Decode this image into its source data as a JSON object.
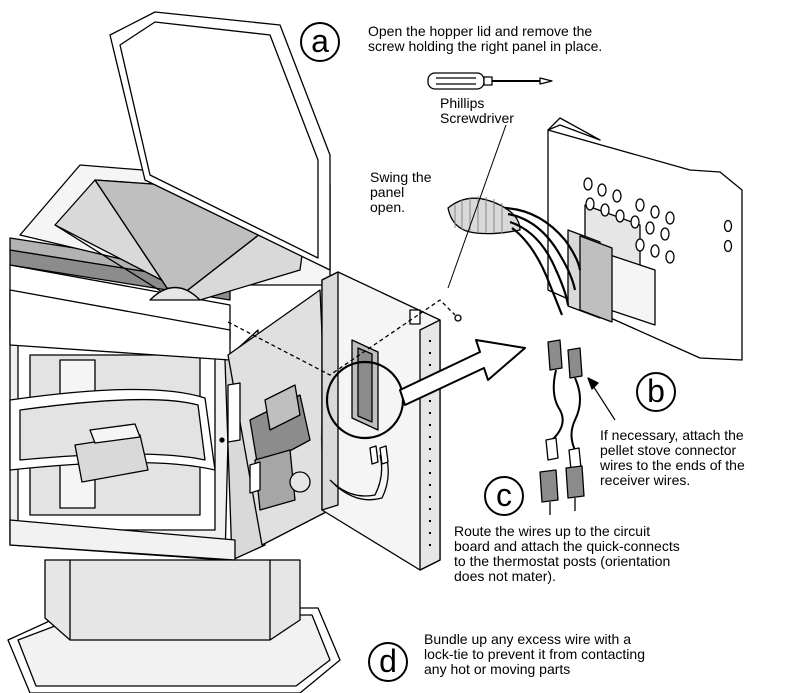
{
  "steps": {
    "a": {
      "badge": "a",
      "text": "Open the hopper lid and remove the\nscrew holding the right panel in place."
    },
    "b": {
      "badge": "b",
      "text": "If necessary, attach the\npellet stove connector\nwires to the ends of the\nreceiver wires."
    },
    "c": {
      "badge": "c",
      "text": "Route the wires up to the circuit\nboard and attach the quick-connects\nto the thermostat posts  (orientation\ndoes not mater)."
    },
    "d": {
      "badge": "d",
      "text": "Bundle up any excess wire with a\nlock-tie to prevent it from contacting\nany hot or moving parts"
    }
  },
  "labels": {
    "screwdriver": "Phillips\nScrewdriver",
    "swing_panel": "Swing the\npanel\nopen."
  },
  "colors": {
    "line": "#000000",
    "fill": "#ffffff",
    "shade_light": "#d9d9d9",
    "shade_mid": "#b3b3b3",
    "shade_dark": "#8c8c8c"
  }
}
